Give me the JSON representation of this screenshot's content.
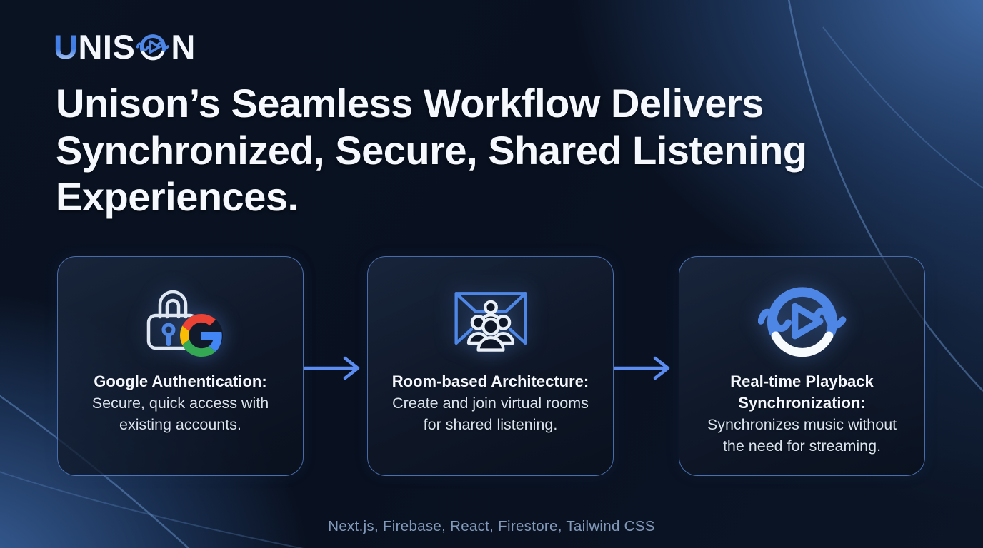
{
  "logo": {
    "u": "U",
    "nis": "NIS",
    "n": "N"
  },
  "headline": "Unison’s Seamless Workflow Delivers\nSynchronized, Secure, Shared Listening\nExperiences.",
  "cards": [
    {
      "icon": "lock-google-icon",
      "title": "Google Authentication:",
      "body": "Secure, quick access with\nexisting accounts."
    },
    {
      "icon": "room-users-icon",
      "title": "Room-based Architecture:",
      "body": "Create and join virtual rooms\nfor shared listening."
    },
    {
      "icon": "playback-sync-icon",
      "title": "Real-time Playback\nSynchronization:",
      "body": "Synchronizes music without\nthe need for streaming."
    }
  ],
  "footer": {
    "tech_stack": "Next.js, Firebase, React, Firestore, Tailwind CSS"
  },
  "colors": {
    "background": "#0a1322",
    "accent_blue": "#4e86e6",
    "arrow_blue": "#5d8df0",
    "card_border": "#6491e1",
    "headline_white": "#f5f8fd",
    "muted_footer": "#8399ba",
    "google_blue": "#4285F4",
    "google_red": "#EA4335",
    "google_yellow": "#FBBC05",
    "google_green": "#34A853"
  }
}
